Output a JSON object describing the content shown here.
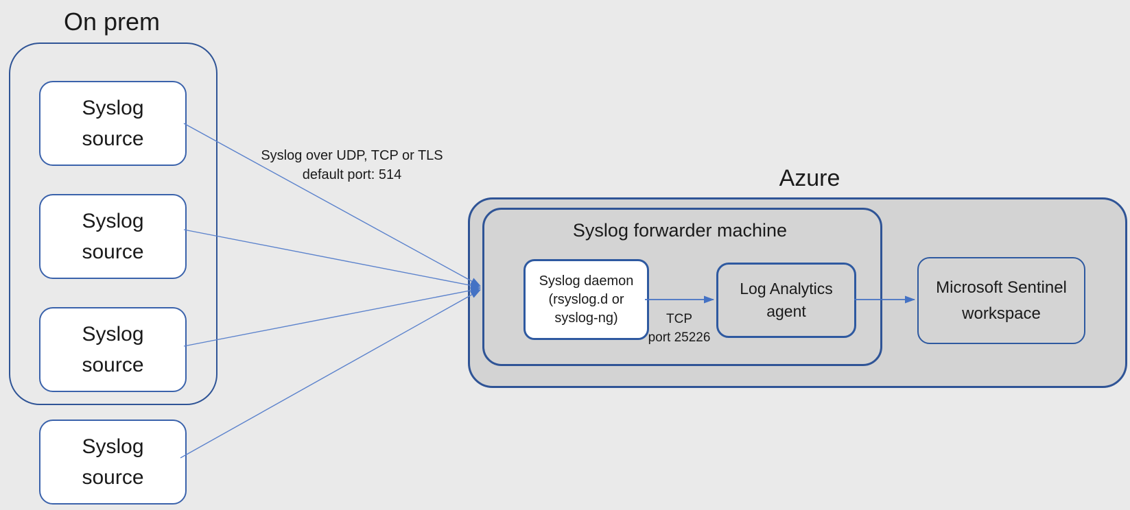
{
  "diagram": {
    "on_prem": {
      "title": "On prem",
      "sources": [
        {
          "label": "Syslog source"
        },
        {
          "label": "Syslog source"
        },
        {
          "label": "Syslog source"
        },
        {
          "label": "Syslog source"
        }
      ]
    },
    "azure": {
      "title": "Azure",
      "forwarder": {
        "title": "Syslog forwarder machine",
        "daemon": {
          "line1": "Syslog daemon",
          "line2": "(rsyslog.d or",
          "line3": "syslog-ng)"
        },
        "agent": {
          "line1": "Log Analytics",
          "line2": "agent"
        }
      },
      "sentinel": {
        "line1": "Microsoft Sentinel",
        "line2": "workspace"
      }
    },
    "edges": {
      "sources_to_forwarder": {
        "line1": "Syslog over UDP, TCP or TLS",
        "line2": "default port: 514"
      },
      "daemon_to_agent": {
        "line1": "TCP",
        "line2": "port 25226"
      },
      "agent_to_sentinel": {
        "label": ""
      }
    },
    "colors": {
      "background": "#eaeaea",
      "container_fill": "#d3d3d3",
      "container_border": "#2f5496",
      "box_border": "#2e59a0",
      "connector_line": "#5b82cc",
      "arrow": "#4472c4",
      "text": "#1a1a1a"
    }
  }
}
